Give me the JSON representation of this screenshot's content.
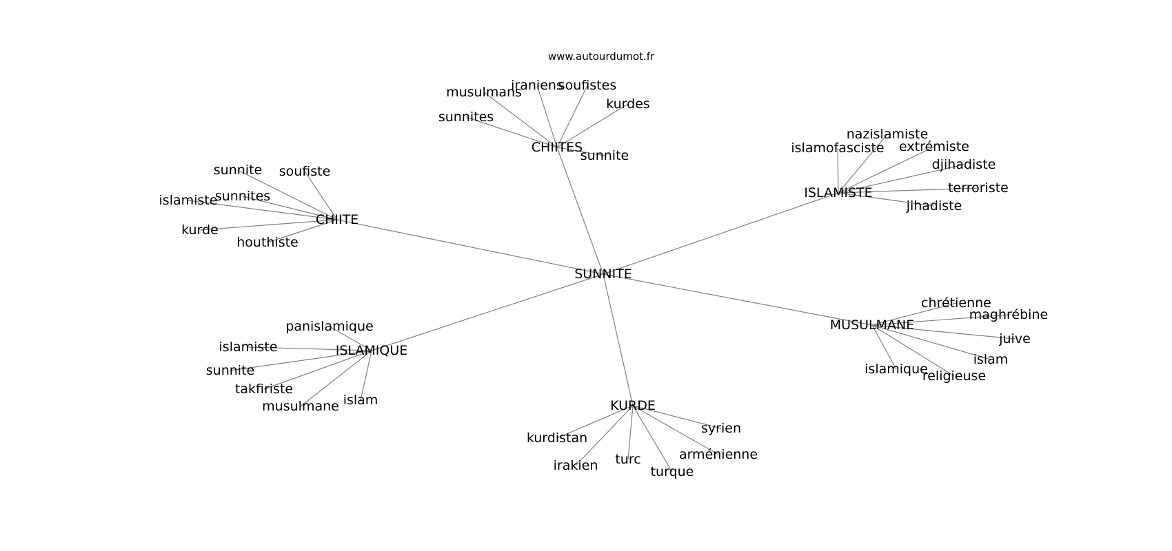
{
  "source": "www.autourdumot.fr",
  "graph": {
    "center": "SUNNITE",
    "clusters": [
      {
        "hub": "CHIITES",
        "leaves": [
          "musulmans",
          "iraniens",
          "soufistes",
          "kurdes",
          "sunnites",
          "sunnite"
        ]
      },
      {
        "hub": "ISLAMISTE",
        "leaves": [
          "nazislamiste",
          "islamofasciste",
          "extrémiste",
          "djihadiste",
          "terroriste",
          "jihadiste"
        ]
      },
      {
        "hub": "MUSULMANE",
        "leaves": [
          "chrétienne",
          "maghrébine",
          "juive",
          "islam",
          "religieuse",
          "islamique"
        ]
      },
      {
        "hub": "KURDE",
        "leaves": [
          "syrien",
          "arménienne",
          "turque",
          "turc",
          "irakien",
          "kurdistan"
        ]
      },
      {
        "hub": "ISLAMIQUE",
        "leaves": [
          "panislamique",
          "islamiste",
          "sunnite",
          "takfiriste",
          "musulmane",
          "islam"
        ]
      },
      {
        "hub": "CHIITE",
        "leaves": [
          "sunnite",
          "soufiste",
          "sunnites",
          "islamiste",
          "kurde",
          "houthiste"
        ]
      }
    ]
  }
}
